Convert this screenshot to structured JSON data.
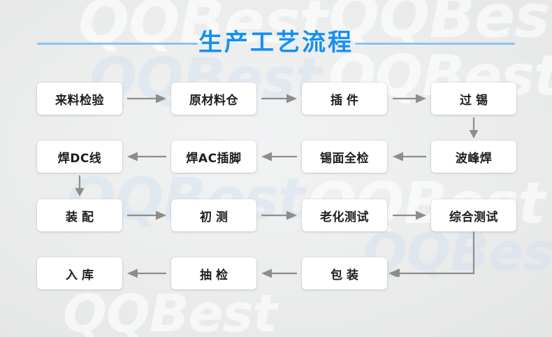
{
  "header": {
    "title": "生产工艺流程",
    "accent_color": "#1390f5",
    "rule_color": "#8cc2ef"
  },
  "watermark": {
    "text": "QQBest",
    "instances": [
      "QQBest",
      "QQBest",
      "QQBest",
      "QQBest",
      "QQBest",
      "QQBest",
      "QQBest",
      "QQBest"
    ]
  },
  "flow": {
    "background_color": "#ececed",
    "node_fill": "#ffffff",
    "node_text_color": "#1d1d1d",
    "arrow_color": "#8d8d8d",
    "rows": [
      {
        "direction": "ltr",
        "nodes": [
          {
            "label": "来料检验",
            "spaced": false
          },
          {
            "label": "原材料仓",
            "spaced": false
          },
          {
            "label": "插件",
            "spaced": true
          },
          {
            "label": "过锡",
            "spaced": true
          }
        ]
      },
      {
        "direction": "rtl",
        "nodes": [
          {
            "label": "焊DC线",
            "spaced": false
          },
          {
            "label": "焊AC插脚",
            "spaced": false
          },
          {
            "label": "锡面全检",
            "spaced": false
          },
          {
            "label": "波峰焊",
            "spaced": false
          }
        ]
      },
      {
        "direction": "ltr",
        "nodes": [
          {
            "label": "装配",
            "spaced": true
          },
          {
            "label": "初测",
            "spaced": true
          },
          {
            "label": "老化测试",
            "spaced": false
          },
          {
            "label": "综合测试",
            "spaced": false
          }
        ]
      },
      {
        "direction": "rtl",
        "nodes": [
          {
            "label": "入库",
            "spaced": true
          },
          {
            "label": "抽检",
            "spaced": true
          },
          {
            "label": "包装",
            "spaced": true
          }
        ]
      }
    ],
    "connectors": [
      {
        "name": "arrow-r1-1",
        "type": "right"
      },
      {
        "name": "arrow-r1-2",
        "type": "right"
      },
      {
        "name": "arrow-r1-3",
        "type": "right"
      },
      {
        "name": "arrow-col4-down",
        "type": "down"
      },
      {
        "name": "arrow-r2-1",
        "type": "left"
      },
      {
        "name": "arrow-r2-2",
        "type": "left"
      },
      {
        "name": "arrow-r2-3",
        "type": "left"
      },
      {
        "name": "arrow-col1-down",
        "type": "down"
      },
      {
        "name": "arrow-r3-1",
        "type": "right"
      },
      {
        "name": "arrow-r3-2",
        "type": "right"
      },
      {
        "name": "arrow-r3-3",
        "type": "right"
      },
      {
        "name": "elbow-col4-to-r4",
        "type": "elbow-down-left"
      },
      {
        "name": "arrow-r4-1",
        "type": "left"
      },
      {
        "name": "arrow-r4-2",
        "type": "left"
      }
    ]
  }
}
